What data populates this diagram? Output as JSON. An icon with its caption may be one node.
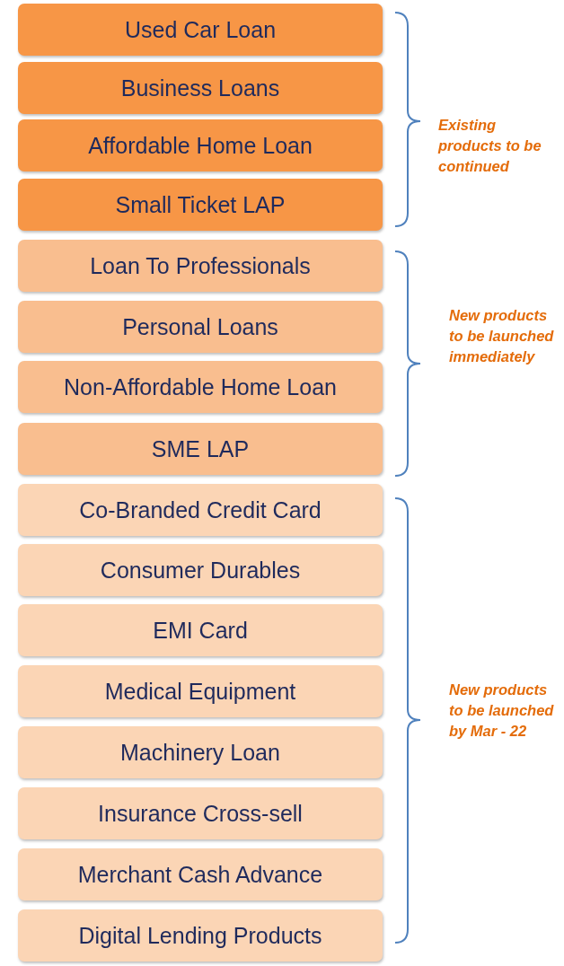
{
  "diagram": {
    "nodes": [
      {
        "text": [
          "Used Car Loan"
        ]
      },
      {
        "text": [
          "Business Loans"
        ]
      },
      {
        "text": [
          "Affordable Home Loan"
        ]
      },
      {
        "text": [
          "Small Ticket LAP"
        ]
      },
      {
        "text": [
          "Loan To Professionals"
        ]
      },
      {
        "text": [
          "Personal Loans"
        ]
      },
      {
        "text": [
          "Non-Affordable Home Loan"
        ]
      },
      {
        "text": [
          "SME LAP"
        ]
      },
      {
        "text": [
          "Co-Branded Credit Card"
        ]
      },
      {
        "text": [
          "Consumer Durables"
        ]
      },
      {
        "text": [
          "EMI Card"
        ]
      },
      {
        "text": [
          "Medical Equipment"
        ]
      },
      {
        "text": [
          "Machinery Loan"
        ]
      },
      {
        "text": [
          "Insurance Cross-sell"
        ]
      },
      {
        "text": [
          "Merchant Cash Advance"
        ]
      },
      {
        "text": [
          "Digital Lending Products"
        ]
      }
    ],
    "edges": [],
    "labels": [
      "Existing products to be continued",
      "New products to be launched immediately",
      "New products to be launched by Mar - 22"
    ]
  }
}
